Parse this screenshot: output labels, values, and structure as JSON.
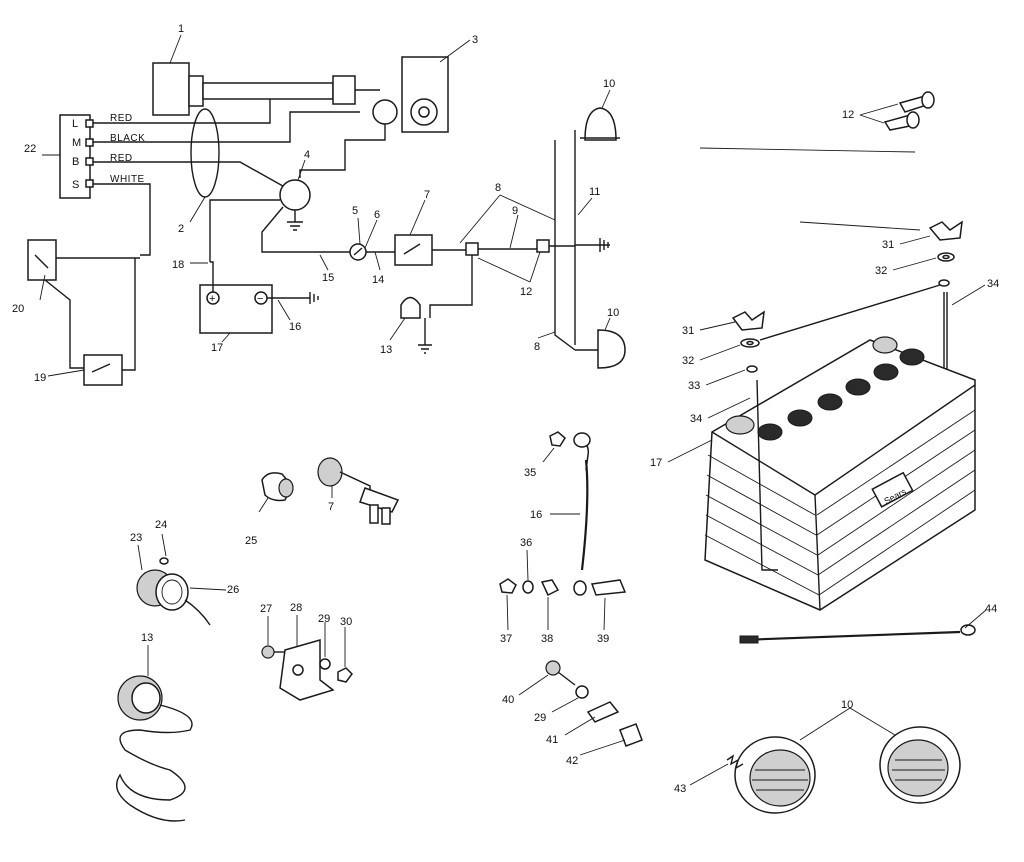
{
  "diagram": {
    "terminals": [
      {
        "letter": "L",
        "wire": "RED"
      },
      {
        "letter": "M",
        "wire": "BLACK"
      },
      {
        "letter": "B",
        "wire": "RED"
      },
      {
        "letter": "S",
        "wire": "WHITE"
      }
    ],
    "battery_brand": "Sears",
    "polarity": {
      "plus": "+",
      "minus": "−"
    },
    "callouts": {
      "c1": "1",
      "c2": "2",
      "c3": "3",
      "c4": "4",
      "c5": "5",
      "c6": "6",
      "c7": "7",
      "c8a": "8",
      "c8b": "8",
      "c9": "9",
      "c10a": "10",
      "c10b": "10",
      "c10c": "10",
      "c11": "11",
      "c12a": "12",
      "c12b": "12",
      "c13a": "13",
      "c13b": "13",
      "c14": "14",
      "c15": "15",
      "c16a": "16",
      "c16b": "16",
      "c17a": "17",
      "c17b": "17",
      "c18": "18",
      "c19": "19",
      "c20": "20",
      "c22": "22",
      "c23": "23",
      "c24": "24",
      "c25": "25",
      "c26": "26",
      "c27": "27",
      "c28": "28",
      "c29a": "29",
      "c29b": "29",
      "c30": "30",
      "c31a": "31",
      "c31b": "31",
      "c32a": "32",
      "c32b": "32",
      "c33": "33",
      "c34a": "34",
      "c34b": "34",
      "c35": "35",
      "c36": "36",
      "c37": "37",
      "c38": "38",
      "c39": "39",
      "c40": "40",
      "c41": "41",
      "c42": "42",
      "c43": "43",
      "c44": "44",
      "c7b": "7"
    }
  }
}
